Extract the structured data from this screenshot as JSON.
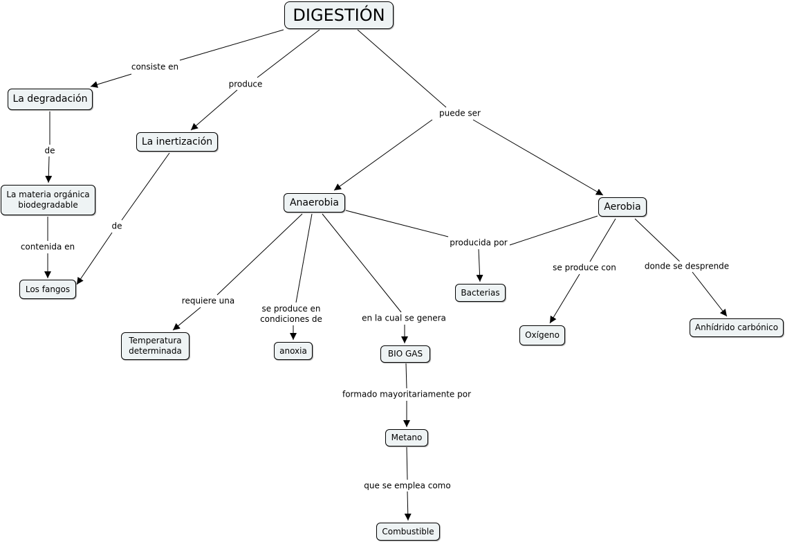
{
  "nodes": {
    "root": "DIGESTIÓN",
    "degradacion": "La degradación",
    "inertizacion": "La inertización",
    "materia": "La materia orgánica\nbiodegradable",
    "fangos": "Los fangos",
    "anaerobia": "Anaerobia",
    "aerobia": "Aerobia",
    "temperatura": "Temperatura\ndeterminada",
    "anoxia": "anoxia",
    "biogas": "BIO GAS",
    "bacterias": "Bacterias",
    "oxigeno": "Oxígeno",
    "anhidrido": "Anhídrido carbónico",
    "metano": "Metano",
    "combustible": "Combustible"
  },
  "links": {
    "consiste_en": "consiste en",
    "produce": "produce",
    "puede_ser": "puede ser",
    "de_1": "de",
    "de_2": "de",
    "contenida_en": "contenida en",
    "requiere_una": "requiere una",
    "se_produce_en": "se produce en\ncondiciones de",
    "en_la_cual": "en la cual se genera",
    "producida_por": "producida por",
    "se_produce_con": "se produce con",
    "donde_se_desprende": "donde se desprende",
    "formado_por": "formado mayoritariamente por",
    "que_se_emplea": "que se emplea como"
  },
  "colors": {
    "node_fill": "#eef3f4",
    "line": "#000000",
    "background": "#ffffff"
  }
}
